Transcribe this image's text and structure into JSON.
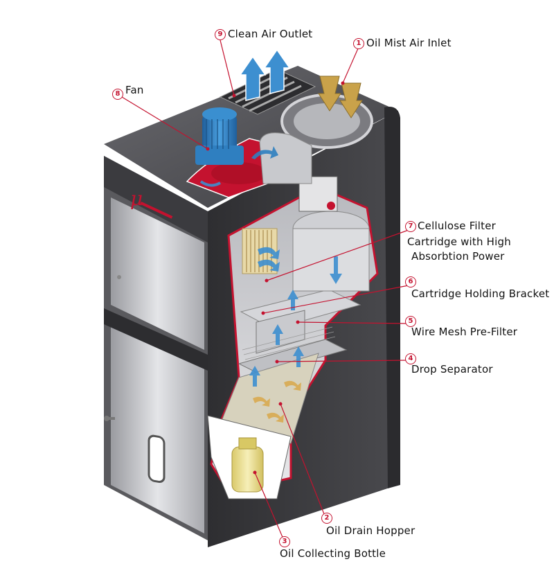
{
  "callouts": [
    {
      "id": "1",
      "num": "1",
      "text": "Oil Mist Air Inlet"
    },
    {
      "id": "2",
      "num": "2",
      "text": "Oil Drain Hopper"
    },
    {
      "id": "3",
      "num": "3",
      "text": "Oil Collecting Bottle"
    },
    {
      "id": "4",
      "num": "4",
      "text": "Drop Separator"
    },
    {
      "id": "5",
      "num": "5",
      "text": "Wire Mesh Pre-Filter"
    },
    {
      "id": "6",
      "num": "6",
      "text": "Cartridge Holding Bracket"
    },
    {
      "id": "7",
      "num": "7",
      "text": "Cellulose Filter",
      "line2": "Cartridge with High",
      "line3": "Absorbtion Power"
    },
    {
      "id": "8",
      "num": "8",
      "text": "Fan"
    },
    {
      "id": "9",
      "num": "9",
      "text": "Clean Air Outlet"
    }
  ],
  "colors": {
    "cabinet_dark": "#3a3a3d",
    "cabinet_mid": "#5a5a5e",
    "panel_light": "#d9dade",
    "accent_red": "#c4122f",
    "fan_blue": "#2f7fc0",
    "arrow_blue": "#3d8fd0",
    "arrow_gold": "#c9a24a",
    "bottle_yellow": "#e9dc8a"
  },
  "icons": [
    "fan-icon",
    "air-inlet-arrows-icon",
    "clean-air-arrows-icon",
    "brand-logo"
  ]
}
